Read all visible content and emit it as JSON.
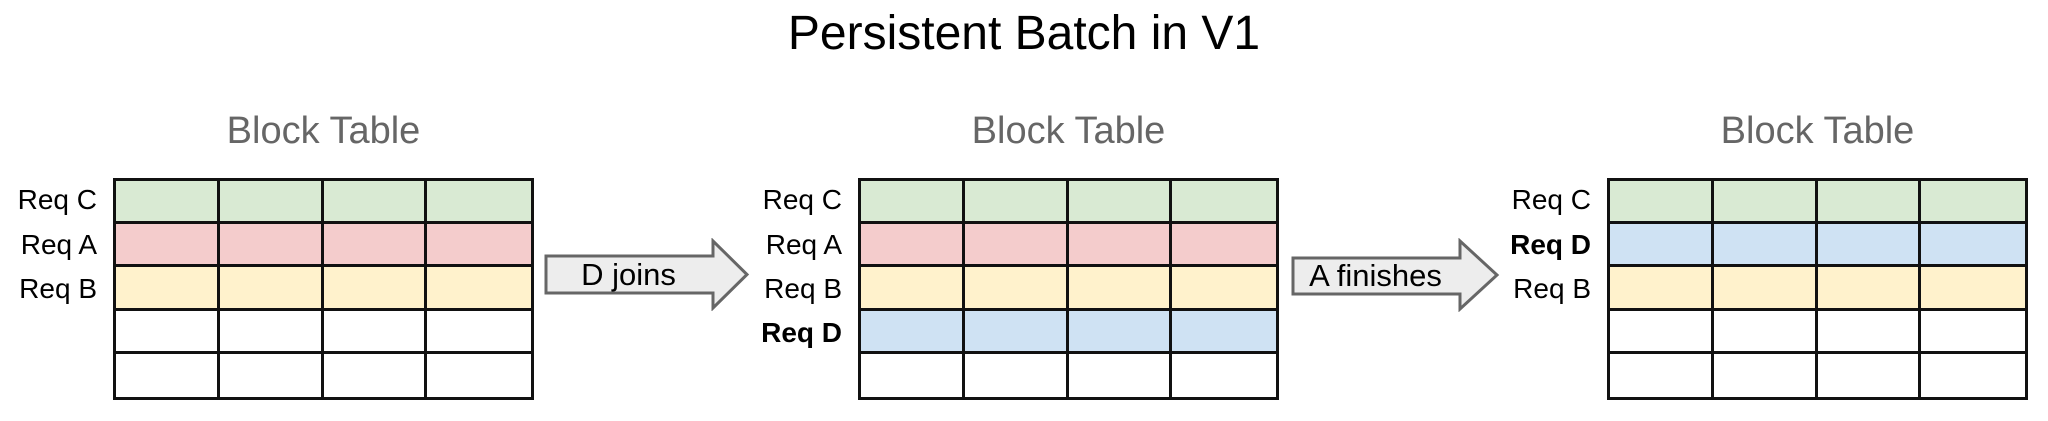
{
  "page_title": "Persistent Batch in V1",
  "colors": {
    "green": "#d9ead3",
    "red": "#f4cccc",
    "yellow": "#fff2cc",
    "blue": "#cfe2f3",
    "white": "#ffffff",
    "grid_line": "#111111",
    "table_title": "#666666",
    "arrow_fill": "#ededed",
    "arrow_border": "#666666"
  },
  "arrows": [
    {
      "label": "D joins"
    },
    {
      "label": "A finishes"
    }
  ],
  "tables": [
    {
      "title": "Block Table",
      "columns": 4,
      "rows": [
        {
          "label": "Req C",
          "bold": false,
          "color": "green"
        },
        {
          "label": "Req A",
          "bold": false,
          "color": "red"
        },
        {
          "label": "Req B",
          "bold": false,
          "color": "yellow"
        },
        {
          "label": "",
          "bold": false,
          "color": "white"
        },
        {
          "label": "",
          "bold": false,
          "color": "white"
        }
      ]
    },
    {
      "title": "Block Table",
      "columns": 4,
      "rows": [
        {
          "label": "Req C",
          "bold": false,
          "color": "green"
        },
        {
          "label": "Req A",
          "bold": false,
          "color": "red"
        },
        {
          "label": "Req B",
          "bold": false,
          "color": "yellow"
        },
        {
          "label": "Req D",
          "bold": true,
          "color": "blue"
        },
        {
          "label": "",
          "bold": false,
          "color": "white"
        }
      ]
    },
    {
      "title": "Block Table",
      "columns": 4,
      "rows": [
        {
          "label": "Req C",
          "bold": false,
          "color": "green"
        },
        {
          "label": "Req D",
          "bold": true,
          "color": "blue"
        },
        {
          "label": "Req B",
          "bold": false,
          "color": "yellow"
        },
        {
          "label": "",
          "bold": false,
          "color": "white"
        },
        {
          "label": "",
          "bold": false,
          "color": "white"
        }
      ]
    }
  ]
}
